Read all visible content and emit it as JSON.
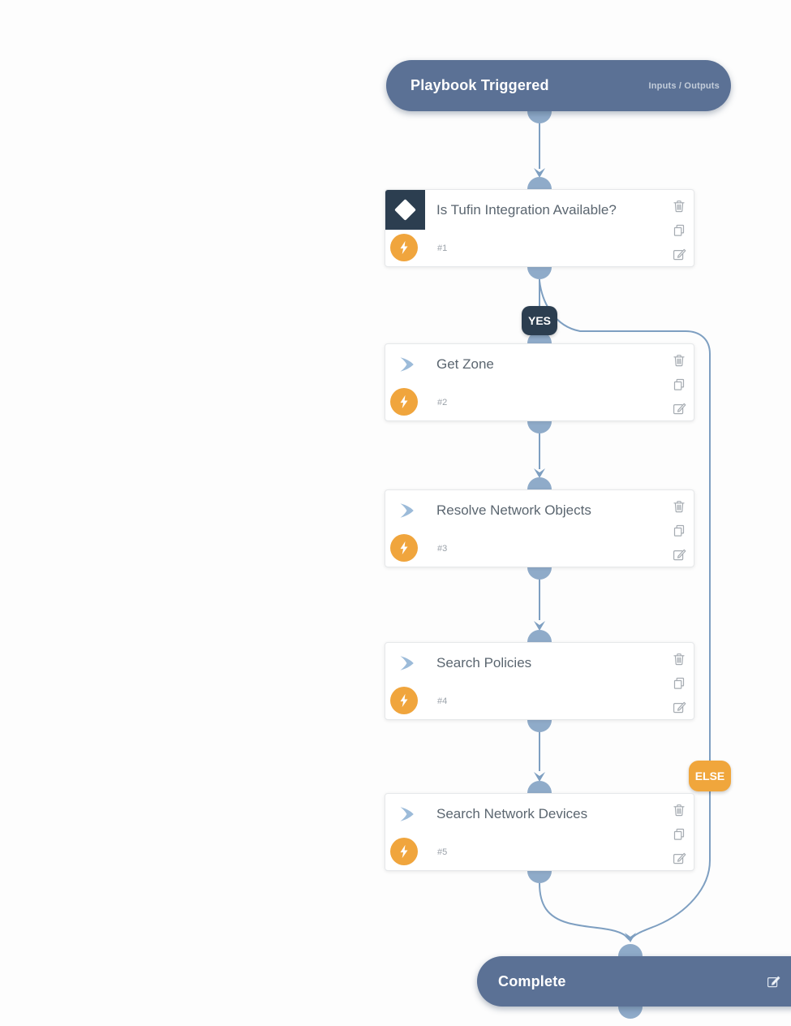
{
  "header": {
    "title": "Playbook Triggered",
    "io_label": "Inputs / Outputs"
  },
  "tasks": [
    {
      "number": "#1",
      "title": "Is Tufin Integration Available?",
      "type": "condition"
    },
    {
      "number": "#2",
      "title": "Get Zone",
      "type": "standard"
    },
    {
      "number": "#3",
      "title": "Resolve Network Objects",
      "type": "standard"
    },
    {
      "number": "#4",
      "title": "Search Policies",
      "type": "standard"
    },
    {
      "number": "#5",
      "title": "Search Network Devices",
      "type": "standard"
    }
  ],
  "branches": {
    "yes_label": "YES",
    "else_label": "ELSE"
  },
  "end_node": {
    "title": "Complete"
  },
  "icons": {
    "condition": "diamond-icon",
    "automation": "chevron-right-icon",
    "quick_action": "lightning-bolt-icon",
    "delete": "trash-icon",
    "copy": "copy-icon",
    "edit": "edit-pencil-icon"
  },
  "colors": {
    "terminal_pill": "#5b7195",
    "connector_node": "#8fabc9",
    "connector_line": "#7e9fc1",
    "condition_dark": "#2c3e50",
    "quick_action_orange": "#f0a53d",
    "else_badge_orange": "#f0a63c",
    "card_title_text": "#5b6670"
  }
}
